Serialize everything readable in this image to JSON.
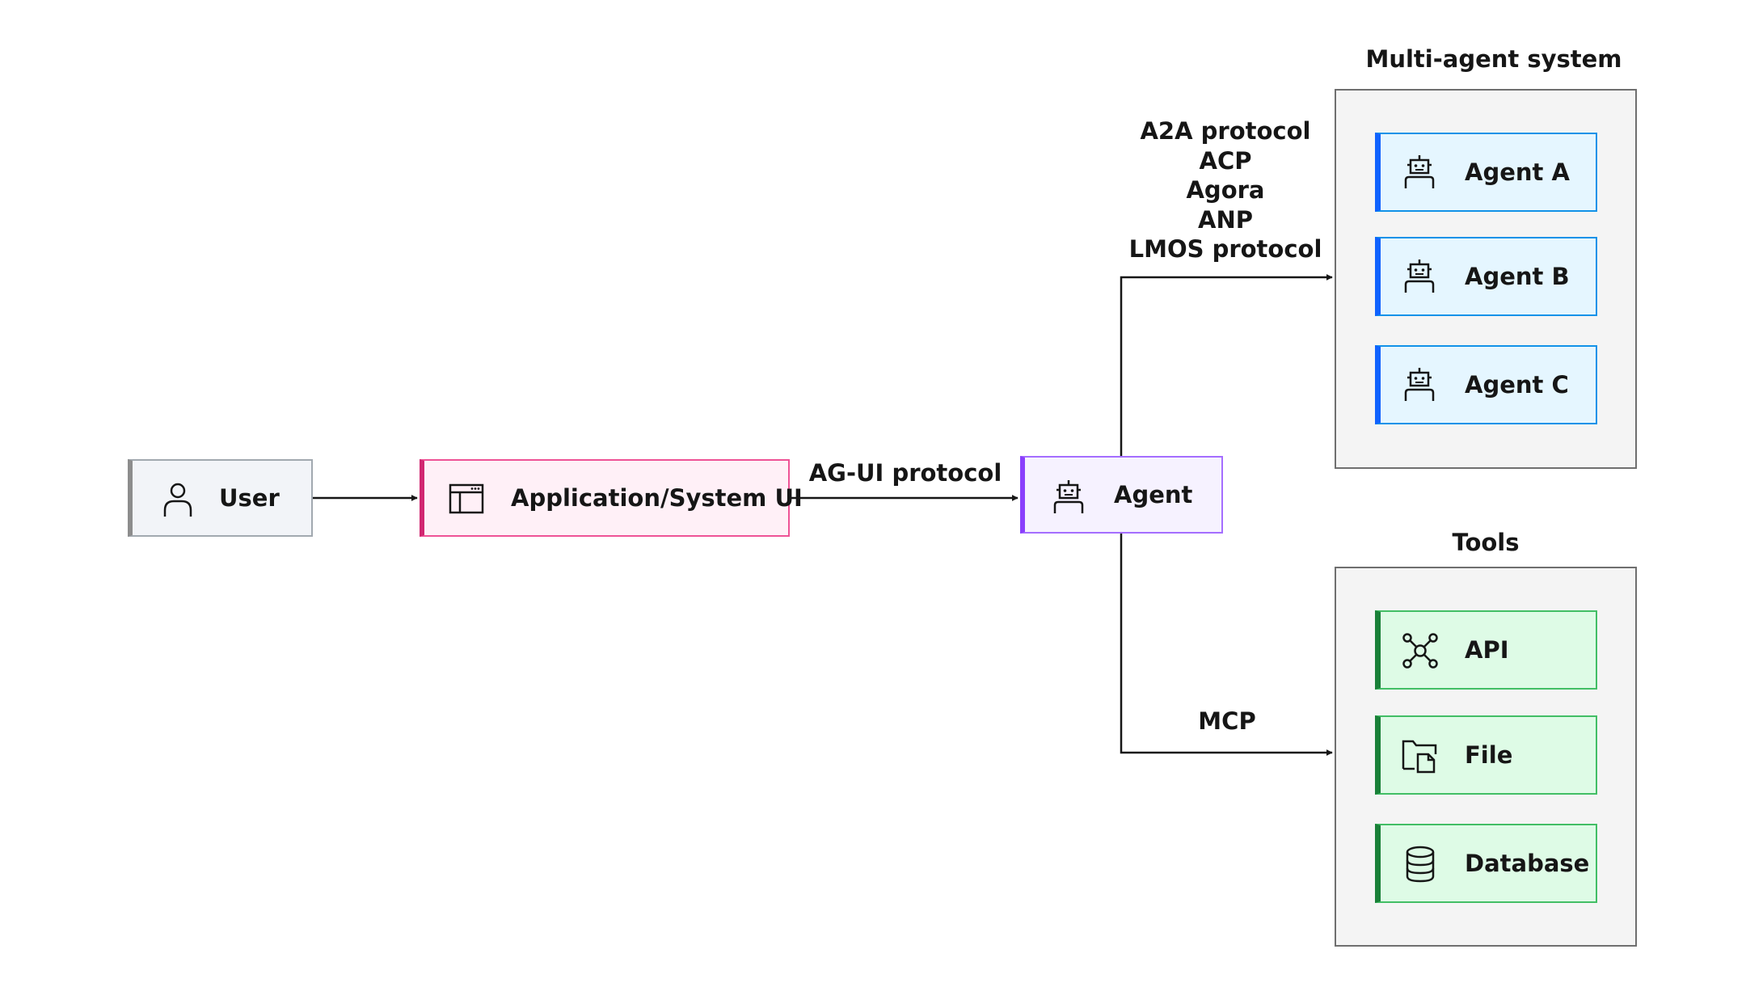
{
  "nodes": {
    "user": {
      "label": "User",
      "icon": "user-icon"
    },
    "app": {
      "label": "Application/System UI",
      "icon": "application-window-icon"
    },
    "agent": {
      "label": "Agent",
      "icon": "robot-icon"
    }
  },
  "groups": {
    "multi_agent": {
      "title": "Multi-agent system",
      "agents": [
        {
          "label": "Agent A",
          "icon": "robot-icon"
        },
        {
          "label": "Agent B",
          "icon": "robot-icon"
        },
        {
          "label": "Agent C",
          "icon": "robot-icon"
        }
      ]
    },
    "tools": {
      "title": "Tools",
      "items": [
        {
          "label": "API",
          "icon": "api-network-icon"
        },
        {
          "label": "File",
          "icon": "file-folder-icon"
        },
        {
          "label": "Database",
          "icon": "database-icon"
        }
      ]
    }
  },
  "edges": {
    "agui": "AG-UI protocol",
    "mcp": "MCP",
    "agent_protocols": [
      "A2A protocol",
      "ACP",
      "Agora",
      "ANP",
      "LMOS protocol"
    ]
  },
  "colors": {
    "user_accent": "#8d8d8d",
    "app_accent": "#d12771",
    "agent_accent": "#8a3ffc",
    "multi_agent_accent": "#0f62fe",
    "tools_accent": "#198038",
    "group_background": "#f4f4f4",
    "line": "#161616"
  }
}
